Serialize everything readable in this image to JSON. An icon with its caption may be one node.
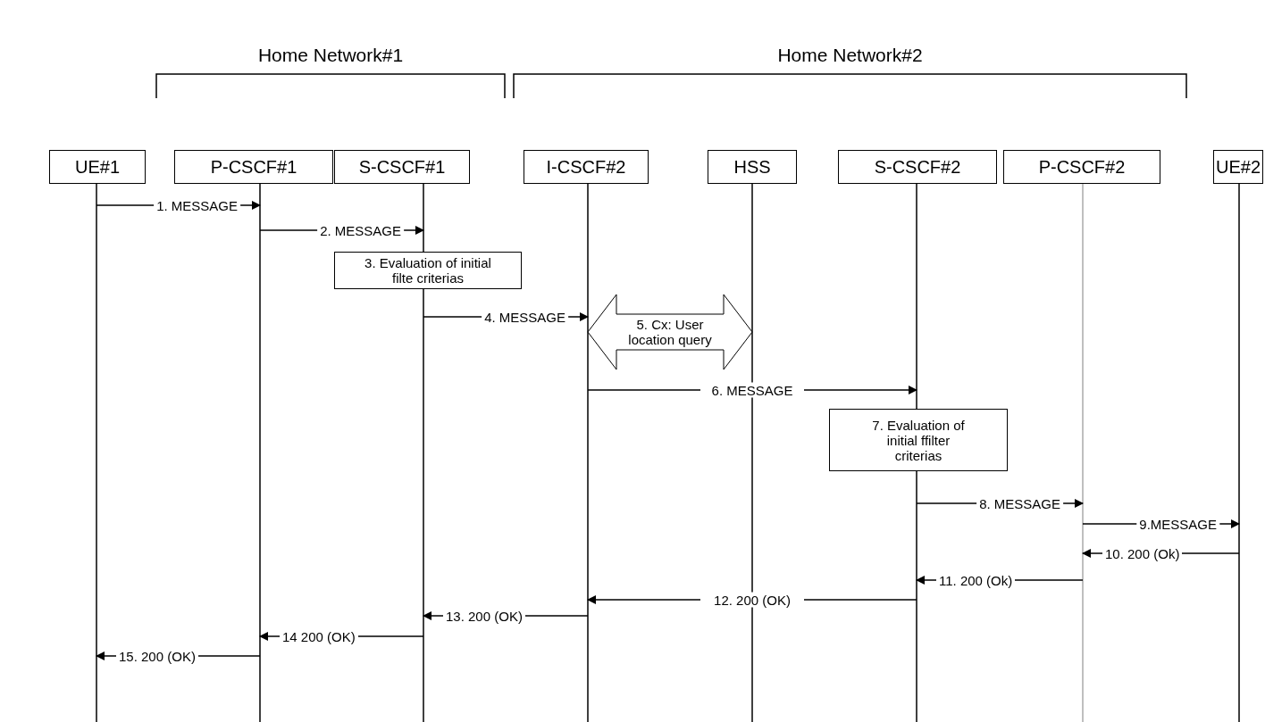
{
  "diagram": {
    "nodes": [
      {
        "text": [
          "UE#1"
        ]
      },
      {
        "text": [
          "P-CSCF#1"
        ]
      },
      {
        "text": [
          "S-CSCF#1"
        ]
      },
      {
        "text": [
          "I-CSCF#2"
        ]
      },
      {
        "text": [
          "HSS"
        ]
      },
      {
        "text": [
          "S-CSCF#2"
        ]
      },
      {
        "text": [
          "P-CSCF#2"
        ]
      },
      {
        "text": [
          "UE#2"
        ]
      },
      {
        "text": [
          "3. Evaluation of initial filte criterias"
        ]
      },
      {
        "text": [
          "7. Evaluation of initial ffilter criterias"
        ]
      }
    ],
    "edges": [
      {
        "from": 0,
        "to": 1,
        "arrow": "to",
        "label": "1. MESSAGE"
      },
      {
        "from": 1,
        "to": 2,
        "arrow": "to",
        "label": "2. MESSAGE"
      },
      {
        "from": 2,
        "to": 3,
        "arrow": "to",
        "label": "4. MESSAGE"
      },
      {
        "from": 3,
        "to": 4,
        "arrow": "both",
        "label": "5. Cx: User location query",
        "style": "thick"
      },
      {
        "from": 3,
        "to": 5,
        "arrow": "to",
        "label": "6. MESSAGE"
      },
      {
        "from": 5,
        "to": 6,
        "arrow": "to",
        "label": "8. MESSAGE"
      },
      {
        "from": 6,
        "to": 7,
        "arrow": "to",
        "label": "9.MESSAGE"
      },
      {
        "from": 7,
        "to": 6,
        "arrow": "to",
        "label": "10. 200 (Ok)"
      },
      {
        "from": 6,
        "to": 5,
        "arrow": "to",
        "label": "11. 200 (Ok)"
      },
      {
        "from": 5,
        "to": 3,
        "arrow": "to",
        "label": "12. 200 (OK)"
      },
      {
        "from": 3,
        "to": 2,
        "arrow": "to",
        "label": "13. 200 (OK)"
      },
      {
        "from": 2,
        "to": 1,
        "arrow": "to",
        "label": "14 200 (OK)"
      },
      {
        "from": 1,
        "to": 0,
        "arrow": "to",
        "label": "15. 200 (OK)"
      }
    ],
    "labels": [
      "Home Network#1",
      "Home Network#2"
    ]
  }
}
